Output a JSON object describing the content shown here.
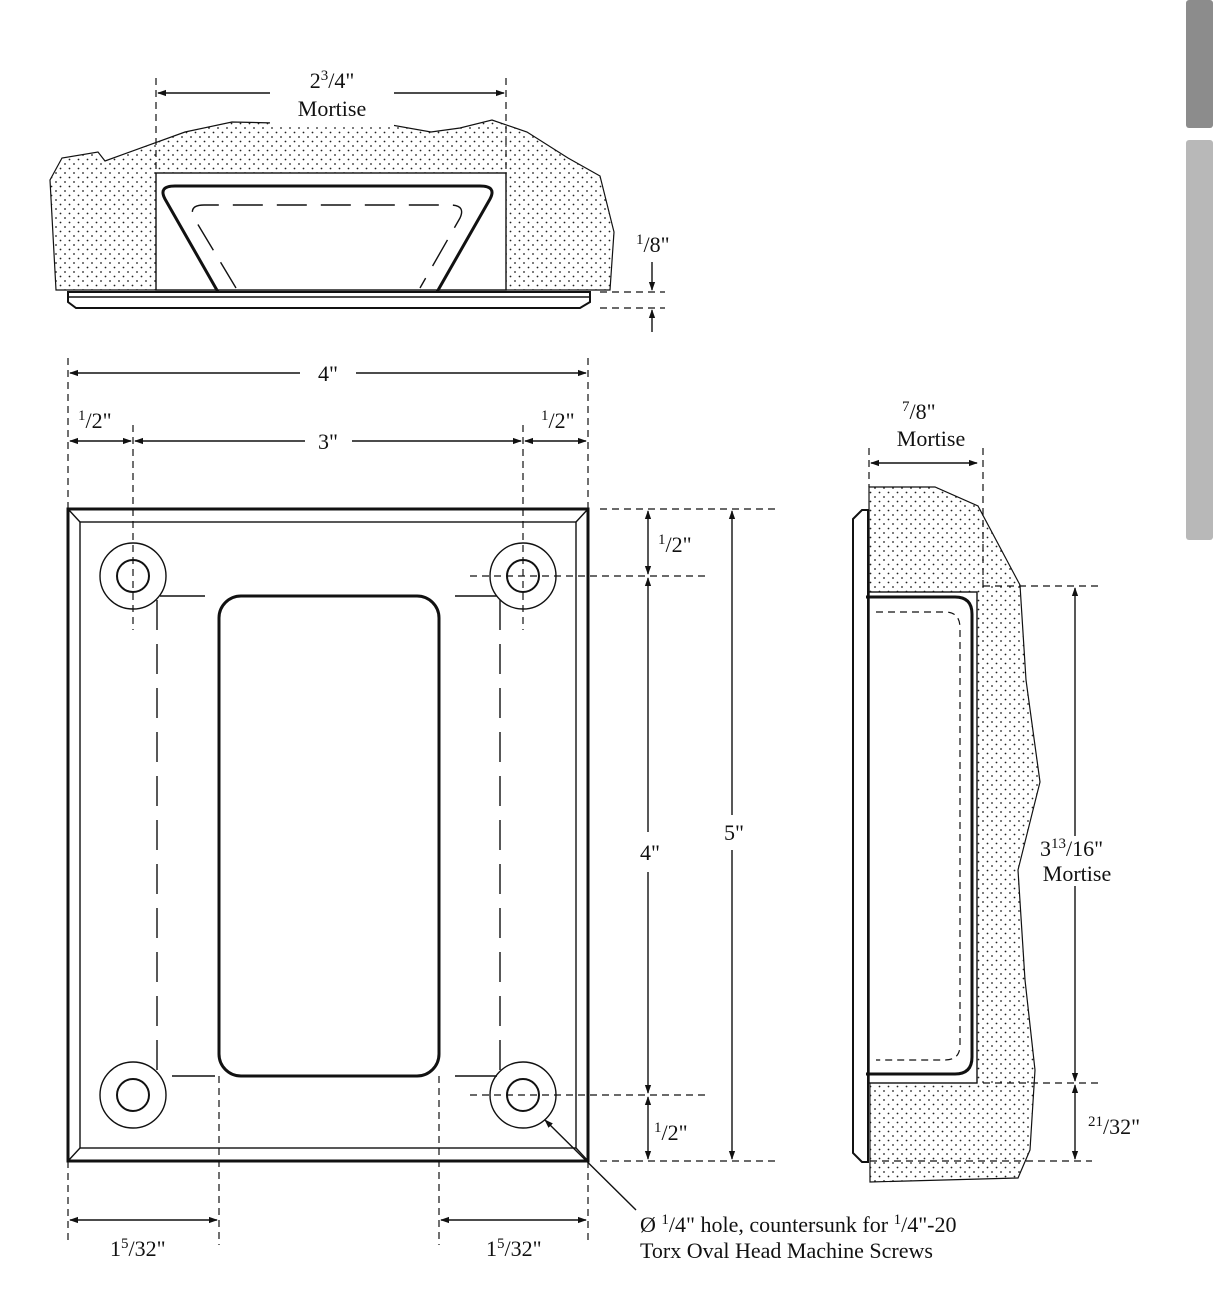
{
  "top_view": {
    "mortise_width": {
      "whole": "2",
      "num": "3",
      "den": "4",
      "suffix": "\""
    },
    "mortise_word": "Mortise",
    "flange_thickness": {
      "num": "1",
      "den": "8",
      "suffix": "\""
    }
  },
  "front_view": {
    "overall_width": "4\"",
    "hole_spacing": "3\"",
    "edge_to_hole_left": {
      "num": "1",
      "den": "2",
      "suffix": "\""
    },
    "edge_to_hole_right": {
      "num": "1",
      "den": "2",
      "suffix": "\""
    },
    "top_edge_to_hole": {
      "num": "1",
      "den": "2",
      "suffix": "\""
    },
    "vertical_hole_spacing": "4\"",
    "overall_height": "5\"",
    "bottom_edge_to_hole": {
      "num": "1",
      "den": "2",
      "suffix": "\""
    },
    "left_offset": {
      "whole": "1",
      "num": "5",
      "den": "32",
      "suffix": "\""
    },
    "right_offset": {
      "whole": "1",
      "num": "5",
      "den": "32",
      "suffix": "\""
    },
    "hole_note_line1": {
      "prefix": "Ø ",
      "num1": "1",
      "den1": "4",
      "mid": "\" hole, countersunk for ",
      "num2": "1",
      "den2": "4",
      "tail": "\"-20"
    },
    "hole_note_line2": "Torx Oval Head Machine Screws"
  },
  "side_view": {
    "mortise_depth": {
      "num": "7",
      "den": "8",
      "suffix": "\""
    },
    "mortise_word_depth": "Mortise",
    "mortise_height": {
      "whole": "3",
      "num": "13",
      "den": "16",
      "suffix": "\""
    },
    "mortise_word_height": "Mortise",
    "bottom_offset": {
      "num": "21",
      "den": "32",
      "suffix": "\""
    }
  }
}
